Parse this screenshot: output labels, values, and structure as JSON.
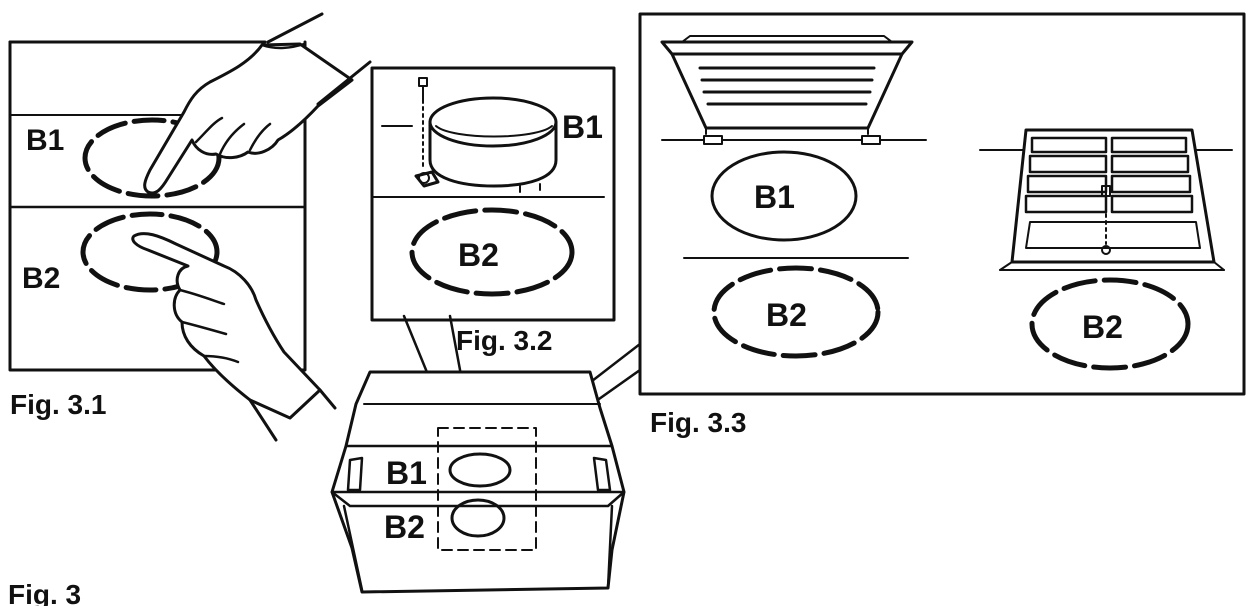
{
  "figures": {
    "fig_3_1": {
      "caption": "Fig. 3.1",
      "label_upper": "B1",
      "label_lower": "B2"
    },
    "fig_3_2": {
      "caption": "Fig. 3.2",
      "label_upper": "B1",
      "label_lower": "B2"
    },
    "fig_3_3": {
      "caption": "Fig. 3.3",
      "label_left_upper": "B1",
      "label_left_lower": "B2",
      "label_right": "B2"
    },
    "fig_3": {
      "caption": "Fig. 3",
      "label_upper": "B1",
      "label_lower": "B2"
    }
  },
  "colors": {
    "ink": "#111111",
    "paper": "#ffffff"
  }
}
